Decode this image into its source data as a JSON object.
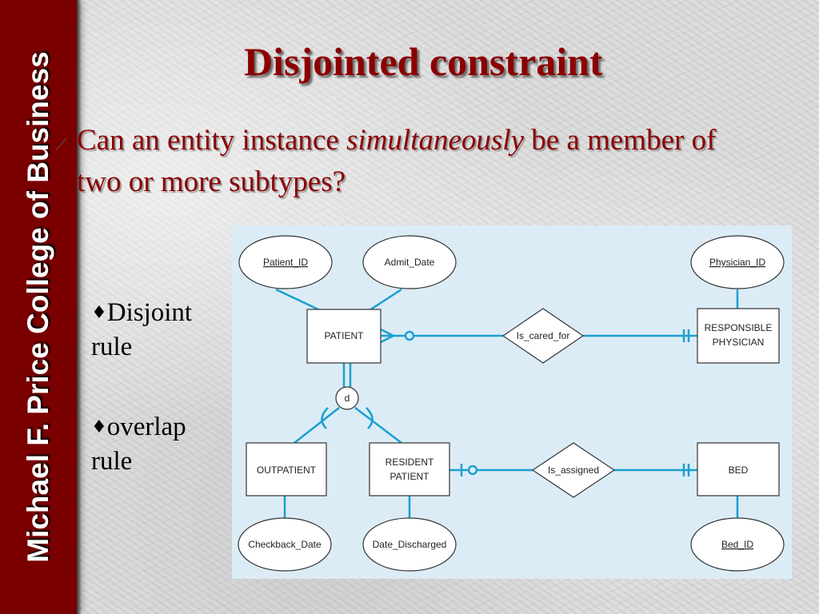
{
  "slide": {
    "title": "Disjointed constraint",
    "question": {
      "before": "Can an entity instance ",
      "emphasis": "simultaneously",
      "after": " be a member of two or more subtypes?"
    },
    "sidebar_text": "Michael F. Price College of Business",
    "bullets": [
      {
        "symbol": "♦",
        "text": "Disjoint rule"
      },
      {
        "symbol": "♦",
        "text": "overlap rule"
      }
    ]
  },
  "diagram": {
    "line_color": "#1aa0d0",
    "entities": {
      "patient": "PATIENT",
      "responsible_physician": [
        "RESPONSIBLE",
        "PHYSICIAN"
      ],
      "outpatient": "OUTPATIENT",
      "resident_patient": [
        "RESIDENT",
        "PATIENT"
      ],
      "bed": "BED"
    },
    "attributes": {
      "patient_id": "Patient_ID",
      "admit_date": "Admit_Date",
      "physician_id": "Physician_ID",
      "checkback_date": "Checkback_Date",
      "date_discharged": "Date_Discharged",
      "bed_id": "Bed_ID"
    },
    "relationships": {
      "is_cared_for": "Is_cared_for",
      "is_assigned": "Is_assigned"
    },
    "constraint_symbol": "d"
  }
}
